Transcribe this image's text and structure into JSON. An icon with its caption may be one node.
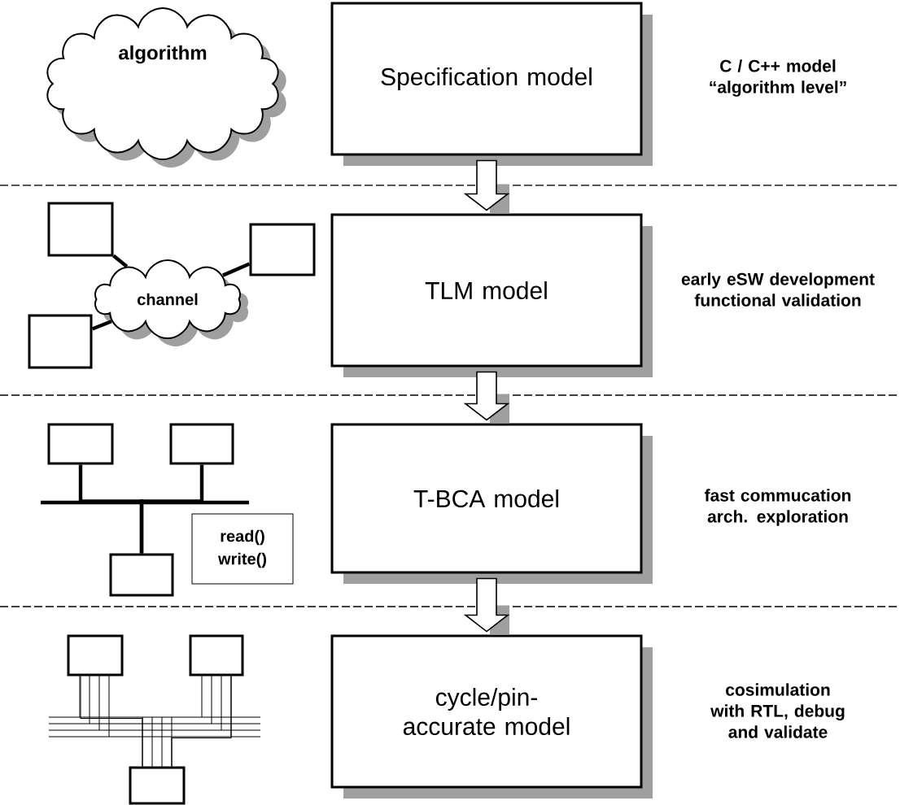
{
  "diagram": {
    "nodes": [
      {
        "text": [
          "algorithm"
        ]
      },
      {
        "text": [
          "Specification model"
        ],
        "beside": [
          "C / C++ model “algorithm level”"
        ]
      },
      {
        "text": [],
        "shape": "box"
      },
      {
        "text": [],
        "shape": "box"
      },
      {
        "text": [
          "channel"
        ]
      },
      {
        "text": [],
        "shape": "box"
      },
      {
        "text": [
          "TLM model"
        ],
        "beside": [
          "early eSW development functional validation"
        ]
      },
      {
        "text": [],
        "shape": "box"
      },
      {
        "text": [],
        "shape": "box"
      },
      {
        "text": [],
        "shape": "box"
      },
      {
        "text": [
          "read() write()"
        ]
      },
      {
        "text": [
          "T-BCA model"
        ],
        "beside": [
          "fast commucation arch. exploration"
        ]
      },
      {
        "text": [],
        "shape": "box"
      },
      {
        "text": [],
        "shape": "box"
      },
      {
        "text": [],
        "shape": "box"
      },
      {
        "text": [
          "cycle/pin-accurate model"
        ],
        "beside": [
          "cosimulation with RTL, debug and validate"
        ]
      }
    ],
    "edges": [
      {
        "from": 1,
        "to": 6,
        "arrow": "to"
      },
      {
        "from": 6,
        "to": 11,
        "arrow": "to"
      },
      {
        "from": 11,
        "to": 15,
        "arrow": "to"
      },
      {
        "from": 2,
        "to": 4,
        "arrow": "none"
      },
      {
        "from": 3,
        "to": 4,
        "arrow": "none"
      },
      {
        "from": 5,
        "to": 4,
        "arrow": "none"
      },
      {
        "from": 7,
        "to": 9,
        "arrow": "none"
      },
      {
        "from": 8,
        "to": 9,
        "arrow": "none"
      },
      {
        "from": 12,
        "to": 14,
        "arrow": "none"
      },
      {
        "from": 13,
        "to": 14,
        "arrow": "none"
      }
    ]
  }
}
